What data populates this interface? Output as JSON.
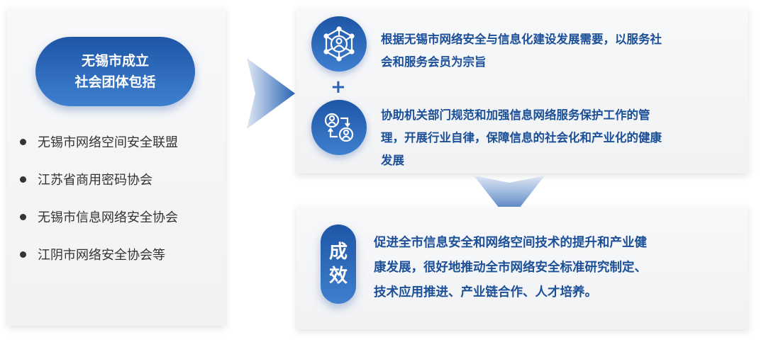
{
  "left": {
    "title_line1": "无锡市成立",
    "title_line2": "社会团体包括",
    "items": [
      "无锡市网络空间安全联盟",
      "江苏省商用密码协会",
      "无锡市信息网络安全协会",
      "江阴市网络安全协会等"
    ]
  },
  "top": {
    "item1": {
      "icon": "network-person-icon",
      "line1": "根据无锡市网络安全与信息化建设发展需要，以服务社",
      "line2": "会和服务会员为宗旨"
    },
    "plus": "+",
    "item2": {
      "icon": "people-exchange-icon",
      "line1": "协助机关部门规范和加强信息网络服务保护工作的管",
      "line2": "理，开展行业自律，保障信息的社会化和产业化的健康",
      "line3": "发展"
    }
  },
  "bottom": {
    "badge1": "成",
    "badge2": "效",
    "line1": "促进全市信息安全和网络空间技术的提升和产业健",
    "line2": "康发展，很好地推动全市网络安全标准研究制定、",
    "line3": "技术应用推进、产业链合作、人才培养。"
  }
}
